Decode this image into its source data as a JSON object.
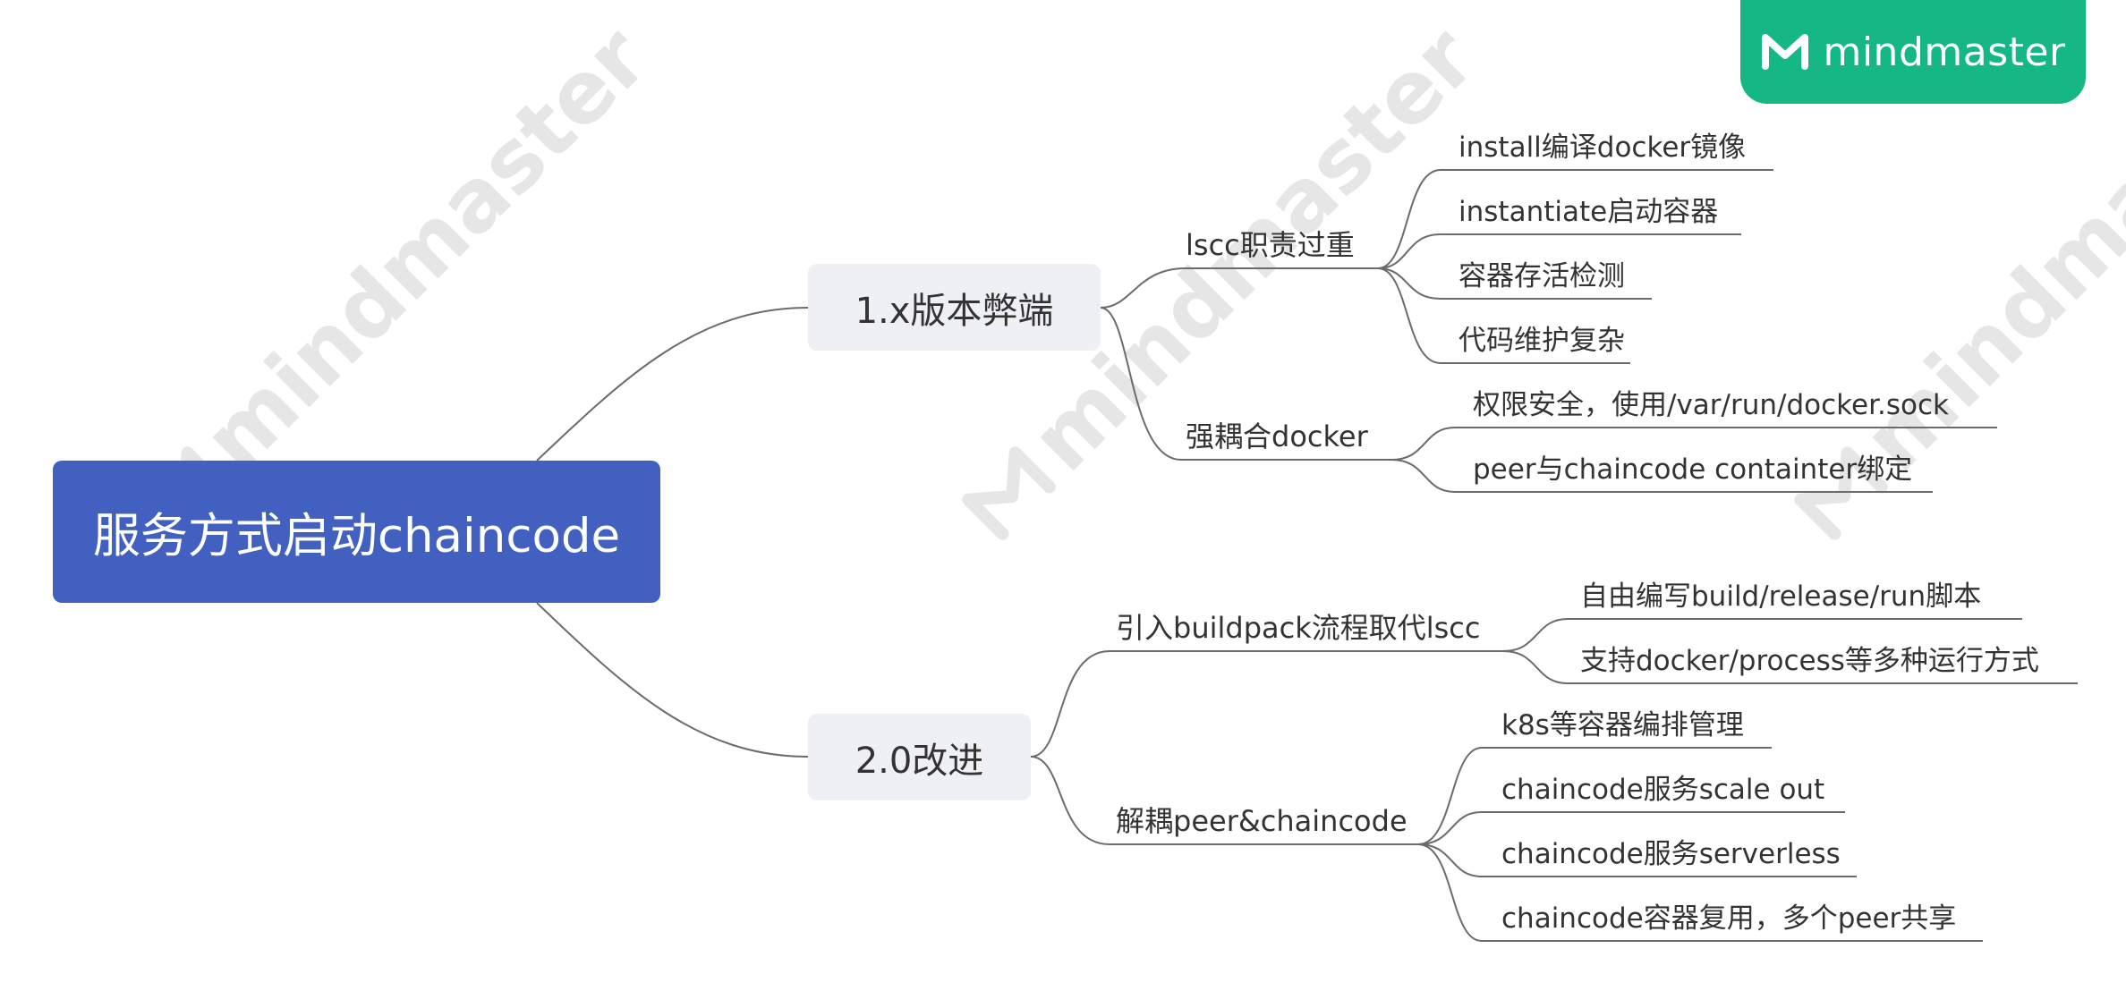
{
  "logo": {
    "text": "mindmaster",
    "icon": "mindmaster-logo-icon"
  },
  "watermark": {
    "text": "mindmaster"
  },
  "root": {
    "label": "服务方式启动chaincode"
  },
  "branches": [
    {
      "label": "1.x版本弊端",
      "children": [
        {
          "label": "lscc职责过重",
          "children": [
            "install编译docker镜像",
            "instantiate启动容器",
            "容器存活检测",
            "代码维护复杂"
          ]
        },
        {
          "label": "强耦合docker",
          "children": [
            "权限安全，使用/var/run/docker.sock",
            "peer与chaincode containter绑定"
          ]
        }
      ]
    },
    {
      "label": "2.0改进",
      "children": [
        {
          "label": "引入buildpack流程取代lscc",
          "children": [
            "自由编写build/release/run脚本",
            "支持docker/process等多种运行方式"
          ]
        },
        {
          "label": "解耦peer&chaincode",
          "children": [
            "k8s等容器编排管理",
            "chaincode服务scale out",
            "chaincode服务serverless",
            "chaincode容器复用，多个peer共享"
          ]
        }
      ]
    }
  ],
  "colors": {
    "root": "#4260c0",
    "branch_bg": "#eff0f6",
    "line": "#6b6b6b",
    "logo_bg": "#15b884",
    "watermark": "#e6e6e6"
  }
}
